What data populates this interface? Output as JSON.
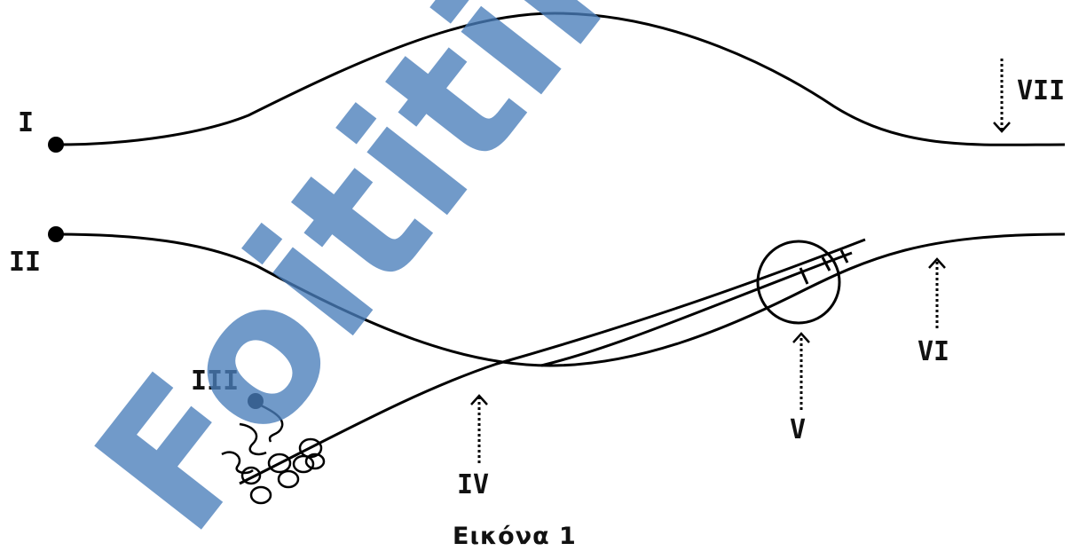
{
  "labels": {
    "I": "I",
    "II": "II",
    "III": "III",
    "IV": "IV",
    "V": "V",
    "VI": "VI",
    "VII": "VII"
  },
  "caption": "Εικόνα 1",
  "watermark": {
    "text": "Foititikanea.gr",
    "color": "#4a7ebb"
  }
}
